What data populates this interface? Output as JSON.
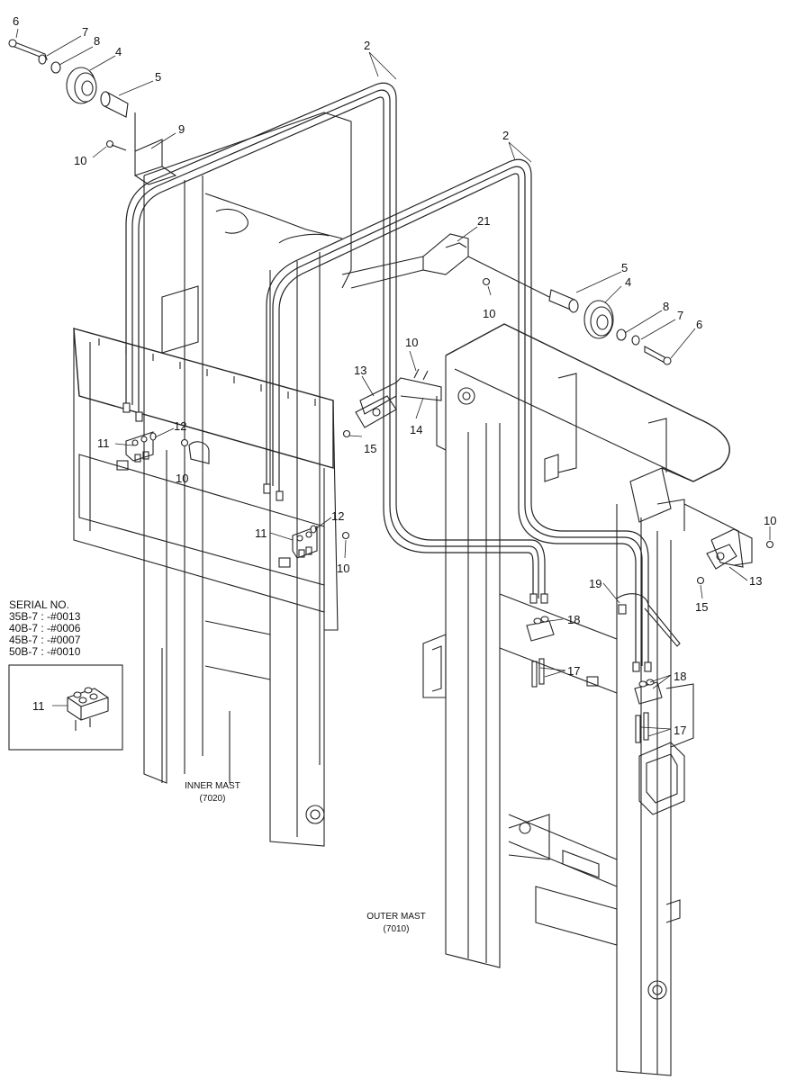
{
  "title": "",
  "callouts": {
    "c2a": "2",
    "c2b": "2",
    "c4a": "4",
    "c4b": "4",
    "c5a": "5",
    "c5b": "5",
    "c6a": "6",
    "c6b": "6",
    "c7a": "7",
    "c7b": "7",
    "c8a": "8",
    "c8b": "8",
    "c9": "9",
    "c10a": "10",
    "c10b": "10",
    "c10c": "10",
    "c10d": "10",
    "c10e": "10",
    "c10f": "10",
    "c11a": "11",
    "c11b": "11",
    "c11c": "11",
    "c12a": "12",
    "c12b": "12",
    "c13a": "13",
    "c13b": "13",
    "c14": "14",
    "c15a": "15",
    "c15b": "15",
    "c17a": "17",
    "c17b": "17",
    "c18a": "18",
    "c18b": "18",
    "c19": "19",
    "c21": "21"
  },
  "serial": {
    "heading": "SERIAL NO.",
    "lines": [
      "35B-7 : -#0013",
      "40B-7 : -#0006",
      "45B-7 : -#0007",
      "50B-7 : -#0010"
    ]
  },
  "labels": {
    "inner_mast": "INNER MAST",
    "inner_mast_code": "(7020)",
    "outer_mast": "OUTER MAST",
    "outer_mast_code": "(7010)"
  }
}
